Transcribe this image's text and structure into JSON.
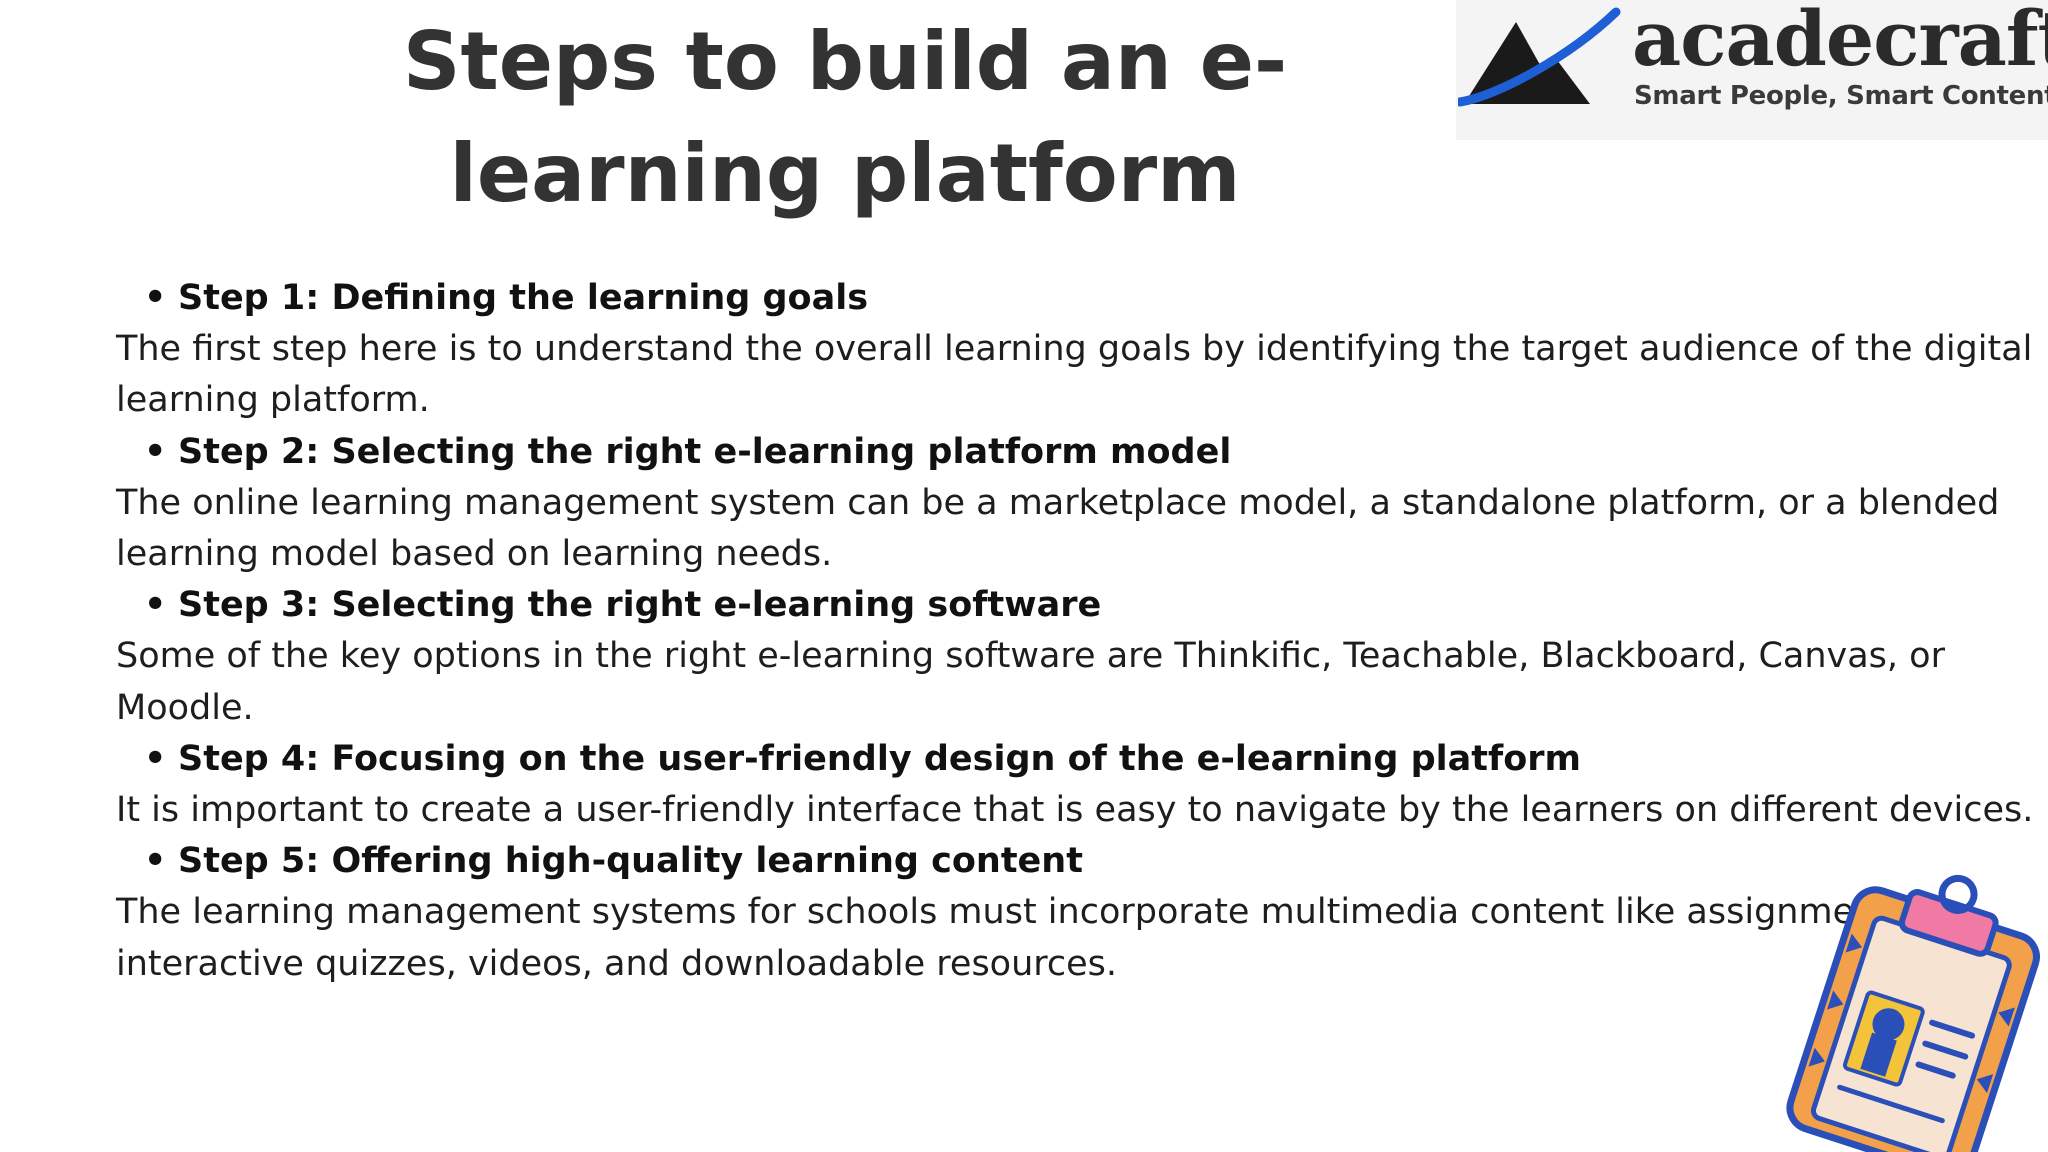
{
  "title": "Steps to build an e-learning platform",
  "logo": {
    "name": "acadecraft",
    "tagline": "Smart People, Smart Content",
    "icon": "acadecraft-logo-mark-icon"
  },
  "steps": [
    {
      "heading": "Step 1: Defining the learning goals",
      "body": "The first step here is to understand the overall learning goals by identifying the target audience of the digital learning platform."
    },
    {
      "heading": "Step 2: Selecting the right e-learning platform model",
      "body": "The online learning management system can be a marketplace model, a standalone platform, or a blended learning model based on learning needs."
    },
    {
      "heading": "Step 3: Selecting the right e-learning software",
      "body": "Some of the key options in the right e-learning software are Thinkific, Teachable, Blackboard, Canvas, or Moodle."
    },
    {
      "heading": "Step 4: Focusing on the user-friendly design of the e-learning platform",
      "body": "It is important to create a user-friendly interface that is easy to navigate by the learners on different devices."
    },
    {
      "heading": "Step 5: Offering high-quality learning content",
      "body": "The learning management systems for schools must incorporate multimedia content like assignments, interactive quizzes, videos, and downloadable resources."
    }
  ],
  "bullet_char": "•",
  "decoration": {
    "icon": "clipboard-icon"
  },
  "colors": {
    "title": "#333333",
    "text": "#1e1e1e",
    "logo_blue": "#1f5fd6",
    "clipboard_orange": "#f3a04a",
    "clipboard_pink": "#f07aa3",
    "clipboard_blue": "#2a4fb8",
    "clipboard_paper": "#f6e3d2"
  }
}
